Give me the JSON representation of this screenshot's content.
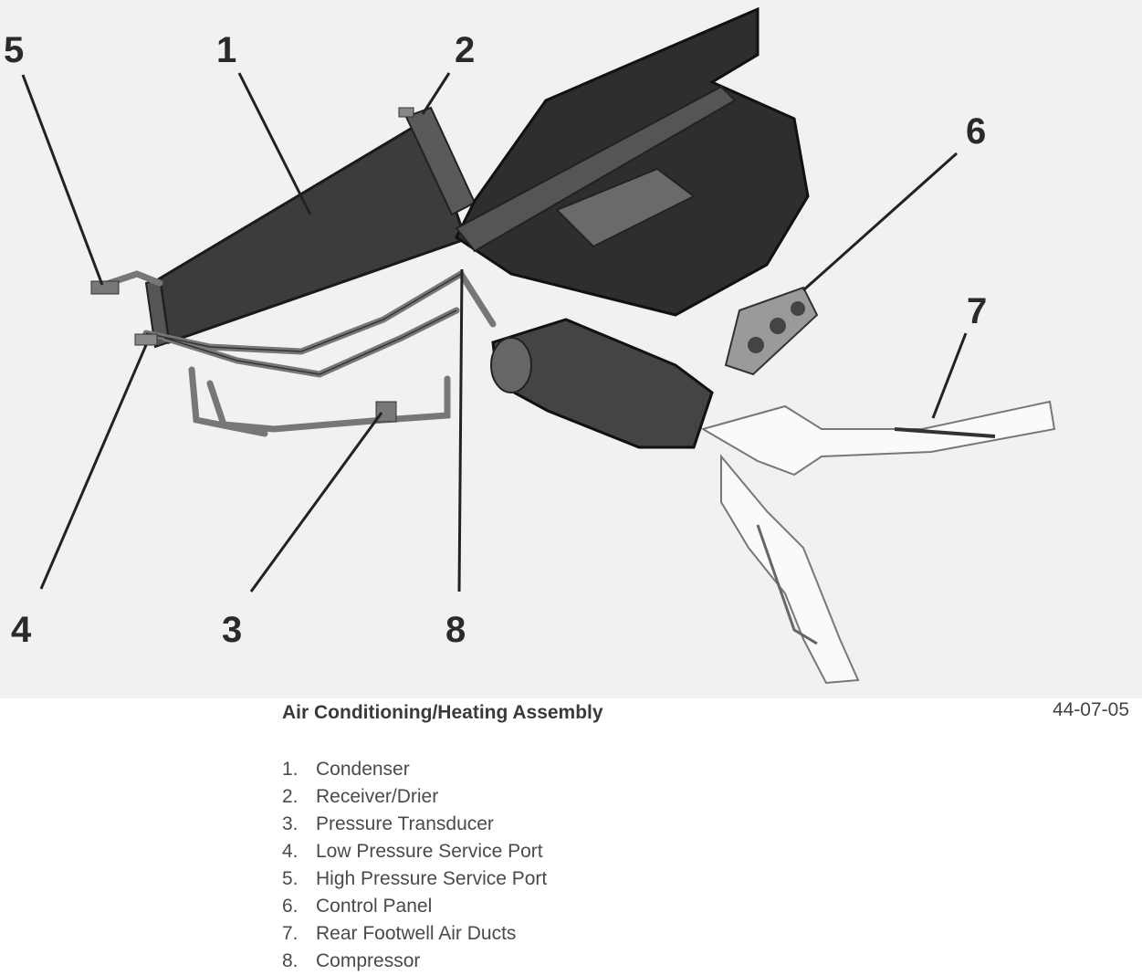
{
  "figure": {
    "caption": "Air Conditioning/Heating Assembly",
    "code": "44-07-05"
  },
  "callouts": [
    {
      "num": "1",
      "label": "Condenser"
    },
    {
      "num": "2",
      "label": "Receiver/Drier"
    },
    {
      "num": "3",
      "label": "Pressure Transducer"
    },
    {
      "num": "4",
      "label": "Low Pressure Service Port"
    },
    {
      "num": "5",
      "label": "High Pressure Service Port"
    },
    {
      "num": "6",
      "label": "Control Panel"
    },
    {
      "num": "7",
      "label": "Rear Footwell Air Ducts"
    },
    {
      "num": "8",
      "label": "Compressor"
    }
  ],
  "legend": [
    {
      "num": "1.",
      "label": "Condenser"
    },
    {
      "num": "2.",
      "label": "Receiver/Drier"
    },
    {
      "num": "3.",
      "label": "Pressure Transducer"
    },
    {
      "num": "4.",
      "label": "Low Pressure Service Port"
    },
    {
      "num": "5.",
      "label": "High Pressure Service Port"
    },
    {
      "num": "6.",
      "label": "Control Panel"
    },
    {
      "num": "7.",
      "label": "Rear Footwell Air Ducts"
    },
    {
      "num": "8.",
      "label": "Compressor"
    }
  ]
}
